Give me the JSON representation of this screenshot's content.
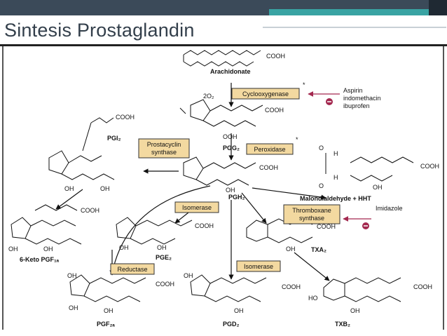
{
  "slide": {
    "title": "Sintesis Prostaglandin"
  },
  "compounds": {
    "arachidonate": "Arachidonate",
    "pgg2": "PGG₂",
    "pgh2": "PGH₂",
    "pgi2": "PGI₂",
    "keto_pgf1a": "6-Keto PGF₁ₐ",
    "pge2": "PGE₂",
    "pgf2a": "PGF₂ₐ",
    "pgd2": "PGD₂",
    "txa2": "TXA₂",
    "txb2": "TXB₂",
    "malondialdehyde": "Malondialdehyde + HHT"
  },
  "enzymes": {
    "cyclooxygenase": "Cyclooxygenase",
    "prostacyclin_synthase": [
      "Prostacyclin",
      "synthase"
    ],
    "peroxidase": "Peroxidase",
    "isomerase_pge": "Isomerase",
    "isomerase_pgd": "Isomerase",
    "reductase": "Reductase",
    "thromboxane_synthase": [
      "Thromboxane",
      "synthase"
    ]
  },
  "inhibitors": {
    "cox": [
      "Aspirin",
      "indomethacin",
      "ibuprofen"
    ],
    "thromboxane": "Imidazole"
  },
  "groups": {
    "cooh": "COOH",
    "oh": "OH",
    "ooh": "OOH",
    "o2": "2O₂",
    "o": "O",
    "ho": "HO",
    "h": "H",
    "star": "*",
    "minus": "⊖"
  },
  "colors": {
    "enzyme_box": "#f3d9a0",
    "inhibitor": "#a3284f",
    "topbar": "#3b4a59",
    "accent": "#39a3a3"
  }
}
